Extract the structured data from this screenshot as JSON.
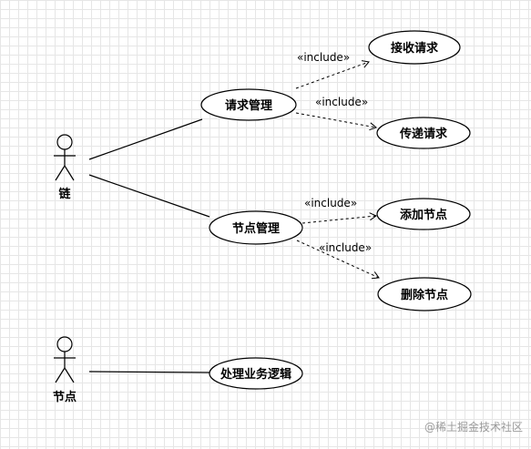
{
  "actors": [
    {
      "id": "chain",
      "label": "链"
    },
    {
      "id": "node",
      "label": "节点"
    }
  ],
  "use_cases": [
    {
      "id": "request_mgmt",
      "label": "请求管理"
    },
    {
      "id": "receive_request",
      "label": "接收请求"
    },
    {
      "id": "forward_request",
      "label": "传递请求"
    },
    {
      "id": "node_mgmt",
      "label": "节点管理"
    },
    {
      "id": "add_node",
      "label": "添加节点"
    },
    {
      "id": "delete_node",
      "label": "删除节点"
    },
    {
      "id": "business_logic",
      "label": "处理业务逻辑"
    }
  ],
  "relations": {
    "include_label": "«include»",
    "associations": [
      {
        "from": "chain",
        "to": "request_mgmt"
      },
      {
        "from": "chain",
        "to": "node_mgmt"
      },
      {
        "from": "node",
        "to": "business_logic"
      }
    ],
    "includes": [
      {
        "from": "request_mgmt",
        "to": "receive_request"
      },
      {
        "from": "request_mgmt",
        "to": "forward_request"
      },
      {
        "from": "node_mgmt",
        "to": "add_node"
      },
      {
        "from": "node_mgmt",
        "to": "delete_node"
      }
    ]
  },
  "watermark": "@稀土掘金技术社区"
}
